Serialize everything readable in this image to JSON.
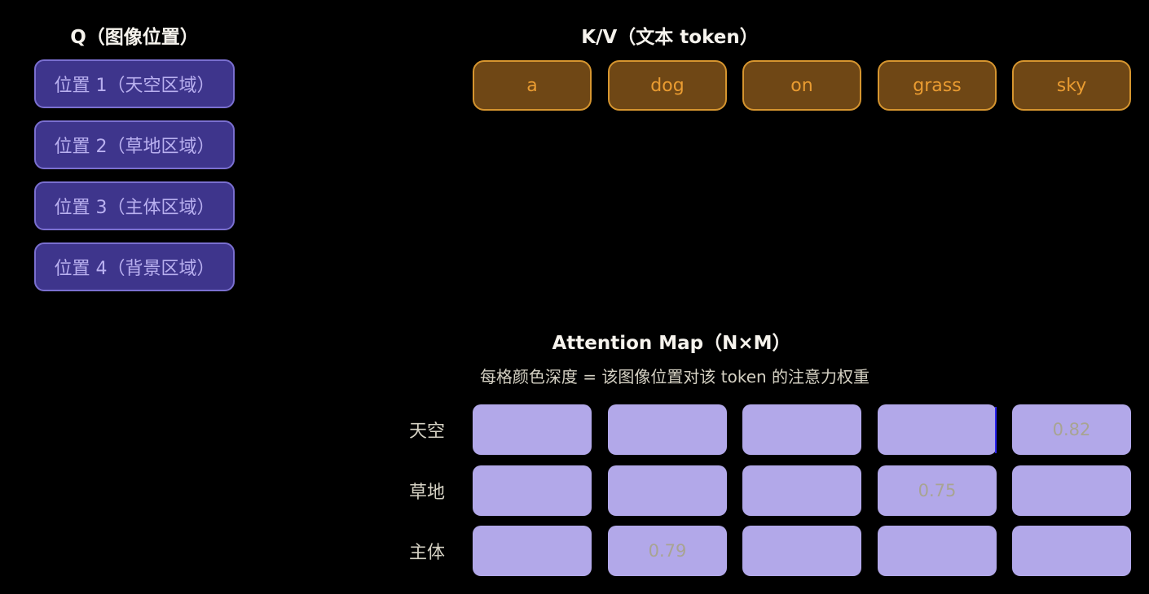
{
  "q_section": {
    "title": "Q（图像位置）",
    "items": [
      {
        "label": "位置 1（天空区域）"
      },
      {
        "label": "位置 2（草地区域）"
      },
      {
        "label": "位置 3（主体区域）"
      },
      {
        "label": "位置 4（背景区域）"
      }
    ]
  },
  "kv_section": {
    "title": "K/V（文本 token）",
    "tokens": [
      {
        "label": "a"
      },
      {
        "label": "dog"
      },
      {
        "label": "on"
      },
      {
        "label": "grass"
      },
      {
        "label": "sky"
      }
    ]
  },
  "attention_map": {
    "title": "Attention Map（N×M）",
    "subtitle": "每格颜色深度 = 该图像位置对该 token 的注意力权重",
    "row_labels": [
      "天空",
      "草地",
      "主体"
    ],
    "columns": [
      "a",
      "dog",
      "on",
      "grass",
      "sky"
    ],
    "cells": [
      [
        "",
        "",
        "",
        "",
        "0.82"
      ],
      [
        "",
        "",
        "",
        "0.75",
        ""
      ],
      [
        "",
        "0.79",
        "",
        "",
        ""
      ]
    ]
  },
  "colors": {
    "background": "#000000",
    "q_box_fill": "#3e358c",
    "q_box_border": "#7a6fd0",
    "q_box_text": "#b9b0f0",
    "token_fill": "#6f4715",
    "token_border": "#d6952f",
    "token_text": "#ea9c31",
    "title_text": "#f6f3ed",
    "subtitle_text": "#d5d1c3",
    "cell_fill": "#b2a8e9",
    "cell_value_text": "#a8a492"
  }
}
